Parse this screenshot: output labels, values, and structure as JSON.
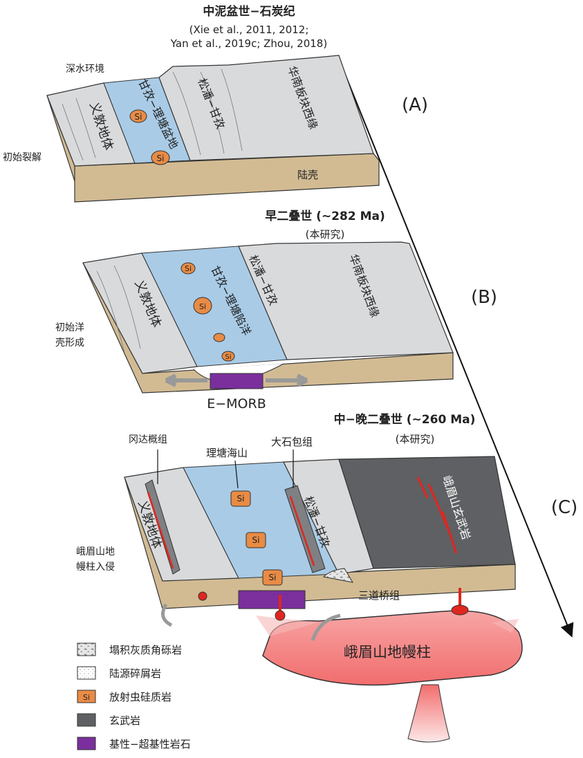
{
  "panel_a": {
    "title": "中泥盆世−石炭纪",
    "refs_line1": "(Xie et al., 2011, 2012;",
    "refs_line2": "Yan et al., 2019c; Zhou, 2018)",
    "tag": "(A)",
    "side_label": "初始裂解",
    "deep_water": "深水环境",
    "yidun": "义敦地体",
    "basin": "甘孜−理塘盆地",
    "songpan": "松潘−甘孜",
    "south_china": "华南板块西缘",
    "crust": "陆壳"
  },
  "panel_b": {
    "title": "早二叠世 (~282 Ma)",
    "subtitle": "(本研究)",
    "tag": "(B)",
    "side_label_1": "初始洋",
    "side_label_2": "壳形成",
    "yidun": "义敦地体",
    "ocean": "甘孜−理塘陷洋",
    "songpan": "松潘−甘孜",
    "south_china": "华南板块西缘",
    "morb": "E−MORB"
  },
  "panel_c": {
    "title": "中−晚二叠世 (~260 Ma)",
    "subtitle": "(本研究)",
    "tag": "(C)",
    "gangdagai": "冈达概组",
    "seamount": "理塘海山",
    "dashibao": "大石包组",
    "side_label_1": "峨眉山地",
    "side_label_2": "幔柱入侵",
    "yidun": "义敦地体",
    "songpan": "松潘−甘孜",
    "basalt": "峨眉山玄武岩",
    "sandaoqiao": "三道桥组",
    "plume": "峨眉山地幔柱"
  },
  "si_label": "Si",
  "legend": [
    {
      "label": "塌积灰质角砾岩",
      "swatch": "breccia"
    },
    {
      "label": "陆源碎屑岩",
      "swatch": "clastic"
    },
    {
      "label": "放射虫硅质岩",
      "swatch": "si"
    },
    {
      "label": "玄武岩",
      "swatch": "basalt"
    },
    {
      "label": "基性−超基性岩石",
      "swatch": "ultramafic"
    }
  ],
  "colors": {
    "land_top": "#d9dadc",
    "crust": "#d2bb93",
    "basin_blue": "#a9cbe6",
    "si_orange": "#e88b45",
    "basalt_grey": "#5f6063",
    "ultramafic_purple": "#7a2f9c",
    "plume_red": "#f26d6d",
    "dike_red": "#e0261f"
  }
}
